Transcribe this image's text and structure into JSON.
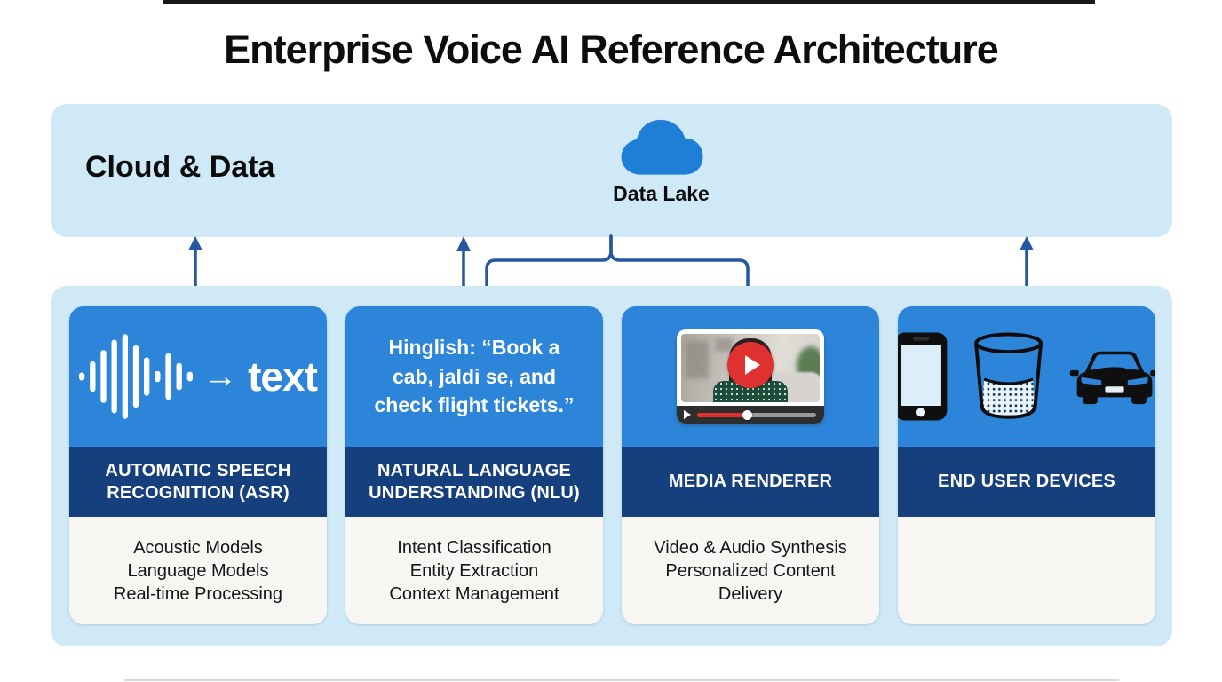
{
  "title": "Enterprise Voice AI Reference Architecture",
  "cloud_band": {
    "label": "Cloud & Data",
    "node": {
      "icon": "cloud-icon",
      "label": "Data Lake"
    }
  },
  "cards": [
    {
      "id": "asr",
      "graphic": {
        "type": "waveform-to-text",
        "icon": "waveform-icon",
        "arrow": "→",
        "text": "text"
      },
      "heading": "AUTOMATIC SPEECH RECOGNITION (ASR)",
      "features": [
        "Acoustic Models",
        "Language Models",
        "Real-time Processing"
      ]
    },
    {
      "id": "nlu",
      "graphic": {
        "type": "quote",
        "quote": "Hinglish: “Book a cab, jaldi se, and check flight tickets.”"
      },
      "heading": "NATURAL LANGUAGE UNDERSTANDING (NLU)",
      "features": [
        "Intent Classification",
        "Entity Extraction",
        "Context Management"
      ]
    },
    {
      "id": "media-renderer",
      "graphic": {
        "type": "video-player",
        "icons": [
          "play-button-icon",
          "progress-bar"
        ],
        "progress_percent": 42
      },
      "heading": "MEDIA RENDERER",
      "features": [
        "Video & Audio Synthesis",
        "Personalized Content Delivery"
      ]
    },
    {
      "id": "end-user-devices",
      "graphic": {
        "type": "device-icons",
        "icons": [
          "smartphone-icon",
          "smart-speaker-icon",
          "car-icon"
        ]
      },
      "heading": "END USER DEVICES",
      "features": []
    }
  ],
  "colors": {
    "band_light_blue": "#cfeaf6",
    "card_blue": "#2d85da",
    "heading_navy": "#163f7e",
    "card_body_bg": "#f7f6f3",
    "connector_blue": "#2456a4",
    "cloud_blue": "#1f7ed6",
    "play_red": "#e03131",
    "title_black": "#0d0d0d"
  }
}
